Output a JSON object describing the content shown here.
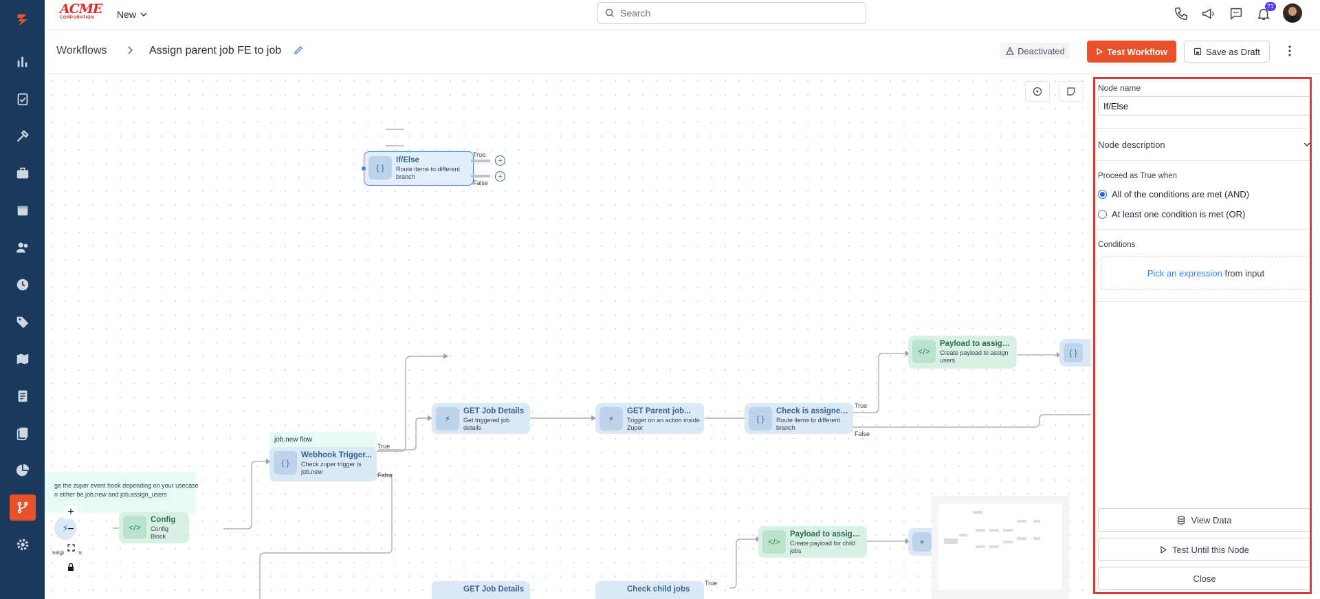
{
  "topbar": {
    "logo_text": "ACME",
    "logo_sub": "CORPORATION",
    "new_label": "New",
    "search_placeholder": "Search",
    "notification_count": "71"
  },
  "header": {
    "breadcrumb_root": "Workflows",
    "title": "Assign parent job FE to job",
    "status_label": "Deactivated",
    "test_button": "Test Workflow",
    "save_button": "Save as Draft"
  },
  "canvas": {
    "nodes": [
      {
        "title": "If/Else",
        "desc": "Route items to different branch"
      },
      {
        "title": "Webhook Trigger...",
        "desc": "Check zuper trigger is job.new"
      },
      {
        "title": "GET Job Details",
        "desc": "Get triggered job details"
      },
      {
        "title": "GET Parent job...",
        "desc": "Trigger on an action inside Zuper"
      },
      {
        "title": "Check is assigned...",
        "desc": "Route items to different branch"
      },
      {
        "title": "Payload to assign...",
        "desc": "Create payload to assign users"
      },
      {
        "title": "Config",
        "desc": "Config Block"
      },
      {
        "title": "Payload to assign...",
        "desc": "Create payload for child jobs"
      },
      {
        "title": "GET Job Details",
        "desc": ""
      },
      {
        "title": "Check child jobs",
        "desc": ""
      }
    ],
    "group_label": "job.new flow",
    "note_line1": "ge the zuper event hook depending on your usecase",
    "note_line2": "n either be job.new and job.assign_users",
    "assign_users_label": "ssign users",
    "true_label": "True",
    "false_label": "False"
  },
  "panel": {
    "node_name_label": "Node name",
    "node_name_value": "If/Else",
    "node_description_label": "Node description",
    "proceed_label": "Proceed as True when",
    "option_and": "All of the conditions are met (AND)",
    "option_or": "At least one condition is met (OR)",
    "conditions_label": "Conditions",
    "pick_expression": "Pick an expression",
    "from_input": " from input",
    "view_data": "View Data",
    "test_until": "Test Until this Node",
    "close": "Close"
  }
}
